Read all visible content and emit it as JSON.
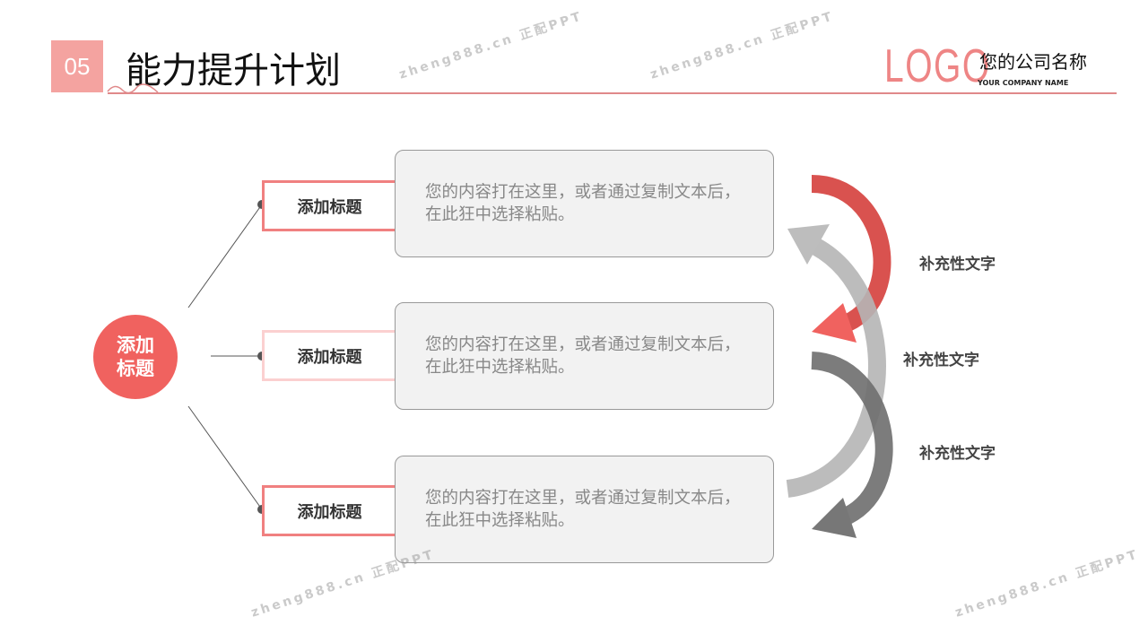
{
  "header": {
    "number": "05",
    "title": "能力提升计划",
    "logo": "LOGO",
    "company_name": "您的公司名称",
    "company_name_en": "YOUR COMPANY NAME"
  },
  "center": {
    "label": "添加\n标题"
  },
  "items": [
    {
      "title": "添加标题",
      "content": "您的内容打在这里，或者通过复制文本后，在此狂中选择粘贴。"
    },
    {
      "title": "添加标题",
      "content": "您的内容打在这里，或者通过复制文本后，在此狂中选择粘贴。"
    },
    {
      "title": "添加标题",
      "content": "您的内容打在这里，或者通过复制文本后，在此狂中选择粘贴。"
    }
  ],
  "side_labels": [
    "补充性文字",
    "补充性文字",
    "补充性文字"
  ],
  "watermark": "zheng888.cn 正配PPT",
  "colors": {
    "accent": "#f0625f",
    "pink": "#f08080",
    "light_pink": "#fbd0d0",
    "box_bg": "#f2f2f2"
  }
}
